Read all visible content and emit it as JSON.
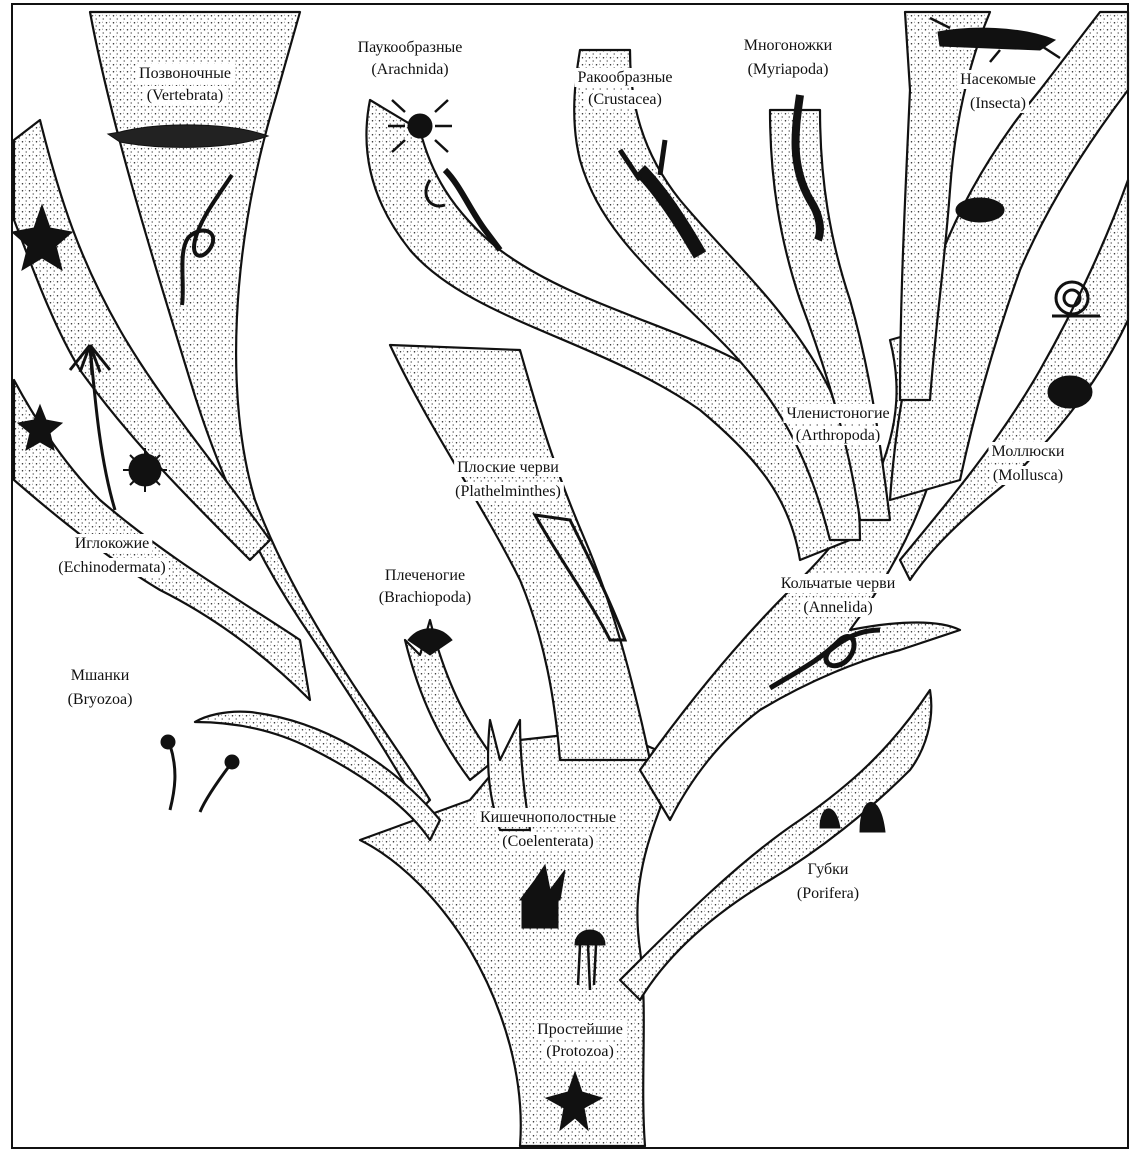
{
  "diagram": {
    "labels": [
      {
        "id": "vertebrata",
        "name": "Позвоночные",
        "latin": "(Vertebrata)"
      },
      {
        "id": "arachnida",
        "name": "Паукообразные",
        "latin": "(Arachnida)"
      },
      {
        "id": "crustacea",
        "name": "Ракообразные",
        "latin": "(Crustacea)"
      },
      {
        "id": "myriapoda",
        "name": "Многоножки",
        "latin": "(Myriapoda)"
      },
      {
        "id": "insecta",
        "name": "Насекомые",
        "latin": "(Insecta)"
      },
      {
        "id": "arthropoda",
        "name": "Членистоногие",
        "latin": "(Arthropoda)"
      },
      {
        "id": "mollusca",
        "name": "Моллюски",
        "latin": "(Mollusca)"
      },
      {
        "id": "plathelminthes",
        "name": "Плоские черви",
        "latin": "(Plathelminthes)"
      },
      {
        "id": "echinodermata",
        "name": "Иглокожие",
        "latin": "(Echinodermata)"
      },
      {
        "id": "brachiopoda",
        "name": "Плеченогие",
        "latin": "(Brachiopoda)"
      },
      {
        "id": "annelida",
        "name": "Кольчатые черви",
        "latin": "(Annelida)"
      },
      {
        "id": "bryozoa",
        "name": "Мшанки",
        "latin": "(Bryozoa)"
      },
      {
        "id": "coelenterata",
        "name": "Кишечнополостные",
        "latin": "(Coelenterata)"
      },
      {
        "id": "porifera",
        "name": "Губки",
        "latin": "(Porifera)"
      },
      {
        "id": "protozoa",
        "name": "Простейшие",
        "latin": "(Protozoa)"
      }
    ],
    "organisms": [
      "fish-icon",
      "eel-icon",
      "starfish-icon",
      "crinoid-icon",
      "sea-urchin-icon",
      "spider-icon",
      "scorpion-icon",
      "crayfish-icon",
      "centipede-icon",
      "grasshopper-icon",
      "beetle-icon",
      "snail-icon",
      "clam-icon",
      "flatworm-icon",
      "brachiopod-shell-icon",
      "earthworm-icon",
      "bryozoan-colony-icon",
      "sea-anemone-icon",
      "jellyfish-icon",
      "sponge-icon",
      "protozoan-icon"
    ],
    "colors": {
      "ink": "#111111",
      "paper": "#ffffff",
      "stipple": "#2a2a2a"
    }
  }
}
